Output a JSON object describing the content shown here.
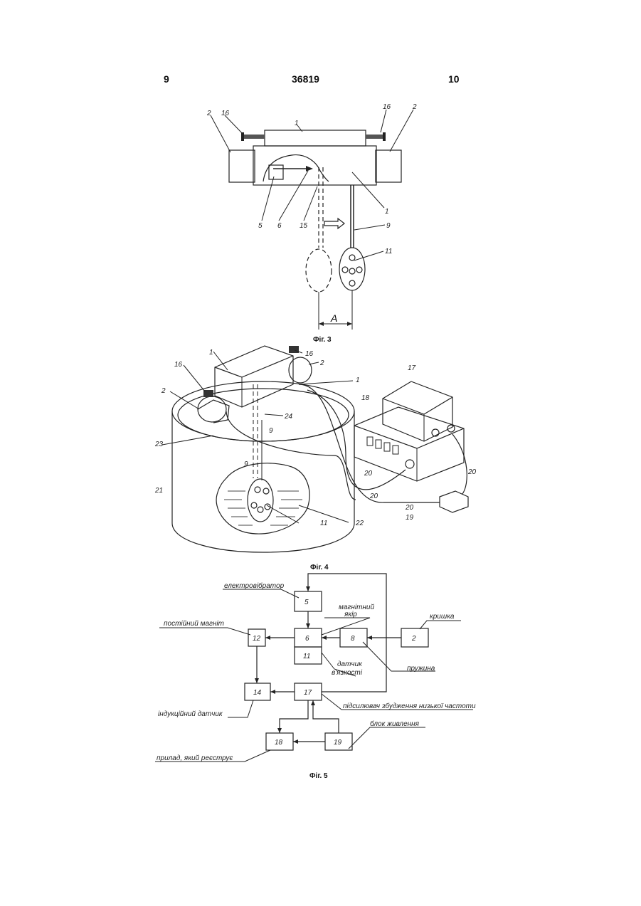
{
  "header": {
    "page_left": "9",
    "doc_number": "36819",
    "page_right": "10"
  },
  "fig3": {
    "caption": "Фіг. 3",
    "labels": {
      "l2a": "2",
      "l16a": "16",
      "l1top": "1",
      "l16b": "16",
      "l2b": "2",
      "l1b": "1",
      "l5": "5",
      "l6": "6",
      "l15": "15",
      "l9": "9",
      "l11": "11",
      "lA": "A"
    }
  },
  "fig4": {
    "caption": "Фіг. 4",
    "labels": {
      "l1": "1",
      "l16a": "16",
      "l16b": "16",
      "l2a": "2",
      "l2b": "2",
      "l1b": "1",
      "l17": "17",
      "l18": "18",
      "l24": "24",
      "l9a": "9",
      "l9b": "9",
      "l23": "23",
      "l21": "21",
      "l11": "11",
      "l22": "22",
      "l20a": "20",
      "l20b": "20",
      "l20c": "20",
      "l20d": "20",
      "l19": "19"
    }
  },
  "fig5": {
    "caption": "Фіг. 5",
    "blocks": {
      "b5": "5",
      "b6": "6",
      "b8": "8",
      "b2": "2",
      "b12": "12",
      "b11": "11",
      "b14": "14",
      "b17": "17",
      "b18": "18",
      "b19": "19"
    },
    "callouts": {
      "vibrator": "електровібратор",
      "magnet": "постійний магніт",
      "core": "магнітний",
      "core2": "якір",
      "lid": "кришка",
      "spring": "пружина",
      "viscosity": "датчик",
      "viscosity2": "в'язкості",
      "induction": "індукційний датчик",
      "lowfreq": "підсилювач збудження низької частоти",
      "power": "блок живлення",
      "recorder": "прилад, який реєструє"
    }
  }
}
